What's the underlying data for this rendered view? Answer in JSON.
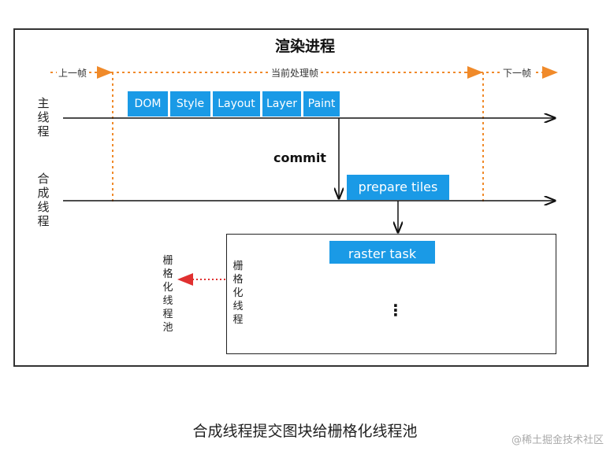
{
  "title": "渲染进程",
  "frames": {
    "prev": "上一帧",
    "current": "当前处理帧",
    "next": "下一帧"
  },
  "main_thread": {
    "label": "主线程",
    "tasks": [
      "DOM",
      "Style",
      "Layout",
      "Layer",
      "Paint"
    ]
  },
  "commit_label": "commit",
  "compositor_thread": {
    "label": "合成线程",
    "task": "prepare tiles"
  },
  "raster": {
    "task": "raster task",
    "inner_label": "栅格化线程",
    "dots": "⋮"
  },
  "pool_label": "栅格化线程池",
  "caption": "合成线程提交图块给栅格化线程池",
  "watermark": "@稀土掘金技术社区",
  "colors": {
    "accent": "#1a9ae6",
    "frame_dash": "#f08a2a",
    "pool_dash": "#e03030"
  }
}
